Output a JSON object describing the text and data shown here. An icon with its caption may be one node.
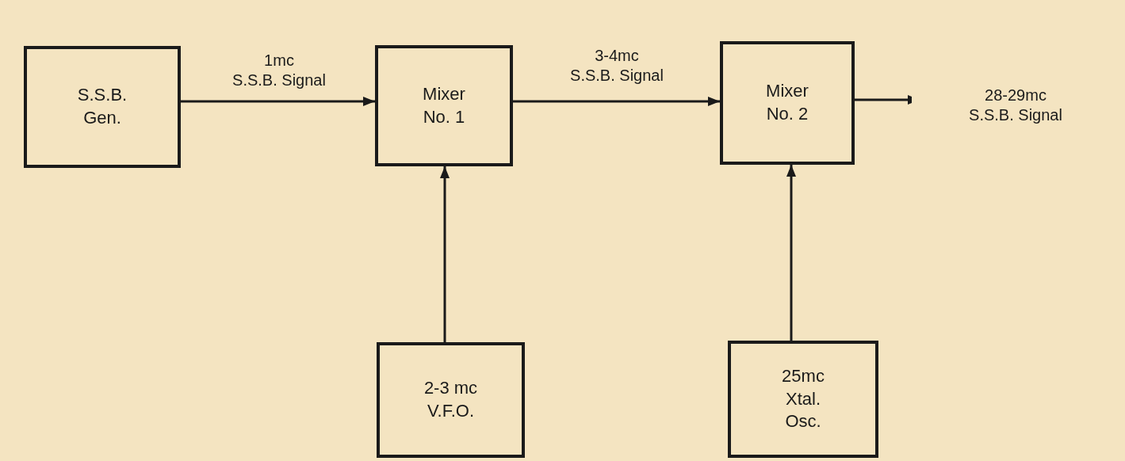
{
  "diagram": {
    "nodes": [
      {
        "text": [
          "S.S.B. Gen."
        ]
      },
      {
        "text": [
          "Mixer No. 1"
        ]
      },
      {
        "text": [
          "Mixer No. 2"
        ]
      },
      {
        "text": [
          "2-3 mc V.F.O."
        ]
      },
      {
        "text": [
          "25mc Xtal. Osc."
        ]
      }
    ],
    "edges": [
      {
        "from": 0,
        "to": 1,
        "arrow": "to",
        "label": "1mc S.S.B. Signal"
      },
      {
        "from": 1,
        "to": 2,
        "arrow": "to",
        "label": "3-4mc S.S.B. Signal"
      },
      {
        "from": 2,
        "to": null,
        "arrow": "to",
        "label": "28-29mc S.S.B. Signal"
      },
      {
        "from": 3,
        "to": 1,
        "arrow": "to"
      },
      {
        "from": 4,
        "to": 2,
        "arrow": "to"
      }
    ]
  }
}
